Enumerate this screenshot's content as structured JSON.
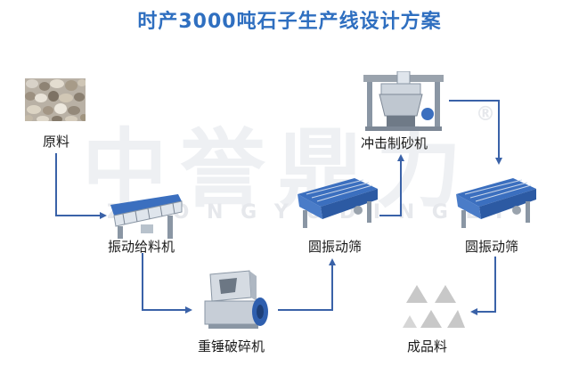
{
  "title": "时产3000吨石子生产线设计方案",
  "watermark": {
    "main": "中誉鼎力",
    "sub": "Z H O N G Y U  D I N G L I",
    "mark": "®"
  },
  "nodes": {
    "raw_material": {
      "label": "原料",
      "icon": "gravel-pile-photo"
    },
    "vibrating_feeder": {
      "label": "振动给料机",
      "icon": "vibrating-feeder-machine"
    },
    "hammer_crusher": {
      "label": "重锤破碎机",
      "icon": "hammer-crusher-machine"
    },
    "vibrating_screen_1": {
      "label": "圆振动筛",
      "icon": "vibrating-screen-machine"
    },
    "sand_making_machine": {
      "label": "冲击制砂机",
      "icon": "impact-sand-maker-machine"
    },
    "vibrating_screen_2": {
      "label": "圆振动筛",
      "icon": "vibrating-screen-machine"
    },
    "finished_product": {
      "label": "成品料",
      "icon": "stockpile-triangles-icon"
    }
  },
  "colors": {
    "title": "#2f6fc0",
    "arrow": "#3a62a8",
    "machine_blue": "#3b6fbf",
    "machine_grey": "#9aa3ad"
  }
}
